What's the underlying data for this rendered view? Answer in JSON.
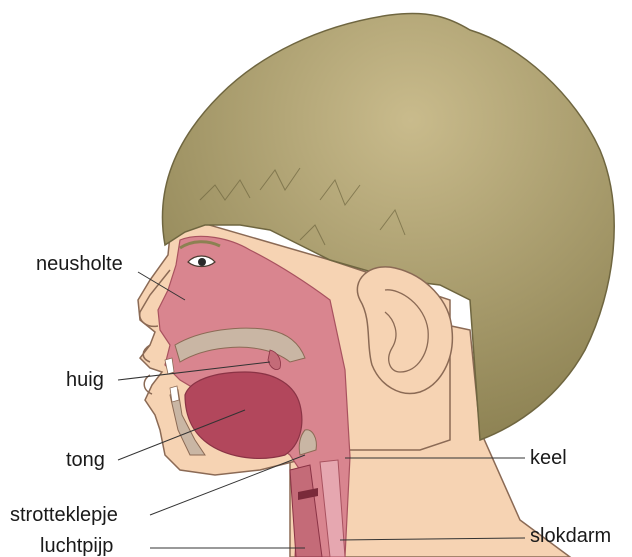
{
  "labels": {
    "neusholte": "neusholte",
    "huig": "huig",
    "tong": "tong",
    "strotteklepje": "strotteklepje",
    "luchtpijp": "luchtpijp",
    "keel": "keel",
    "slokdarm": "slokdarm"
  },
  "colors": {
    "skin": "#f6d3b3",
    "skin_outline": "#8b6a55",
    "hair": "#a79b69",
    "hair_dark": "#8c8152",
    "cavity": "#d9858f",
    "cavity_dark": "#c46b78",
    "tongue": "#b2475c",
    "bone": "#c9b6a4",
    "leader": "#333333"
  }
}
